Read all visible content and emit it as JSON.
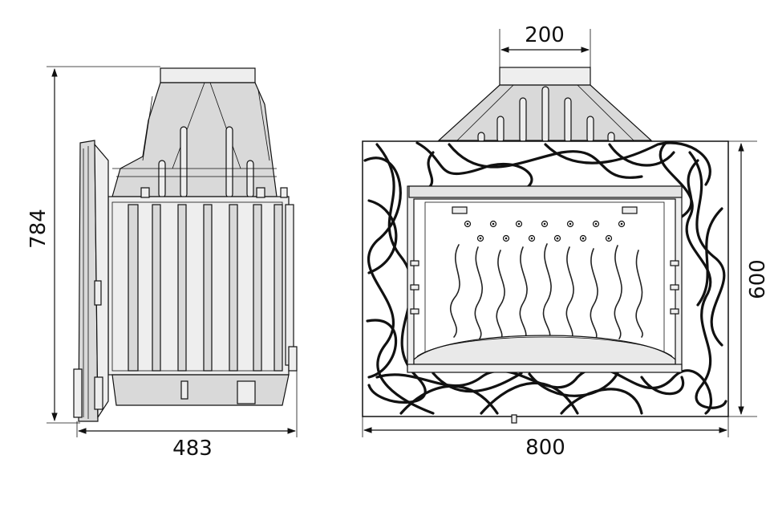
{
  "dimensions": {
    "side_height": "784",
    "side_depth": "483",
    "flue_diameter": "200",
    "front_height": "600",
    "front_width": "800"
  },
  "colors": {
    "line": "#111111",
    "shade": "#d9d9d9",
    "background": "#ffffff"
  }
}
